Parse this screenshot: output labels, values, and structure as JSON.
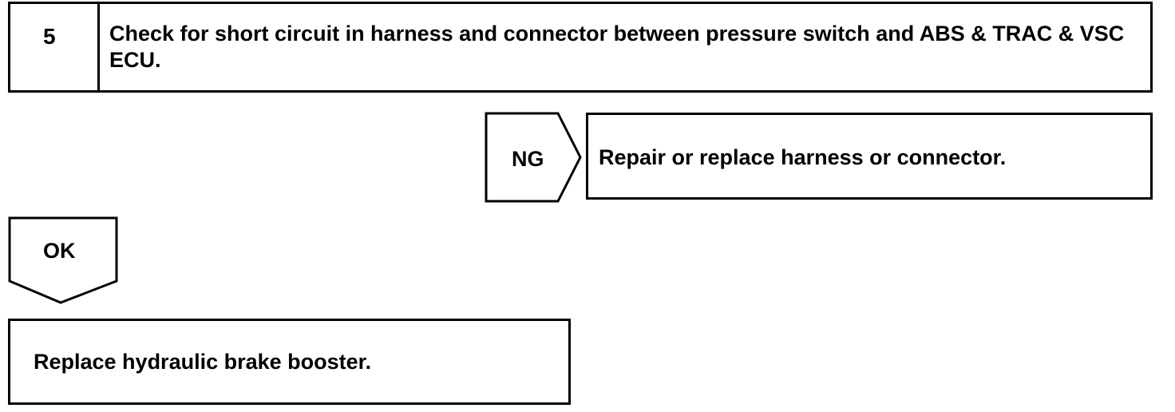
{
  "step": {
    "number": "5",
    "title": "Check for short circuit in harness and connector between pressure switch and ABS & TRAC & VSC ECU."
  },
  "ng_branch": {
    "label": "NG",
    "action": "Repair or replace harness or connector."
  },
  "ok_branch": {
    "label": "OK"
  },
  "final_step": {
    "action": "Replace hydraulic brake booster."
  }
}
